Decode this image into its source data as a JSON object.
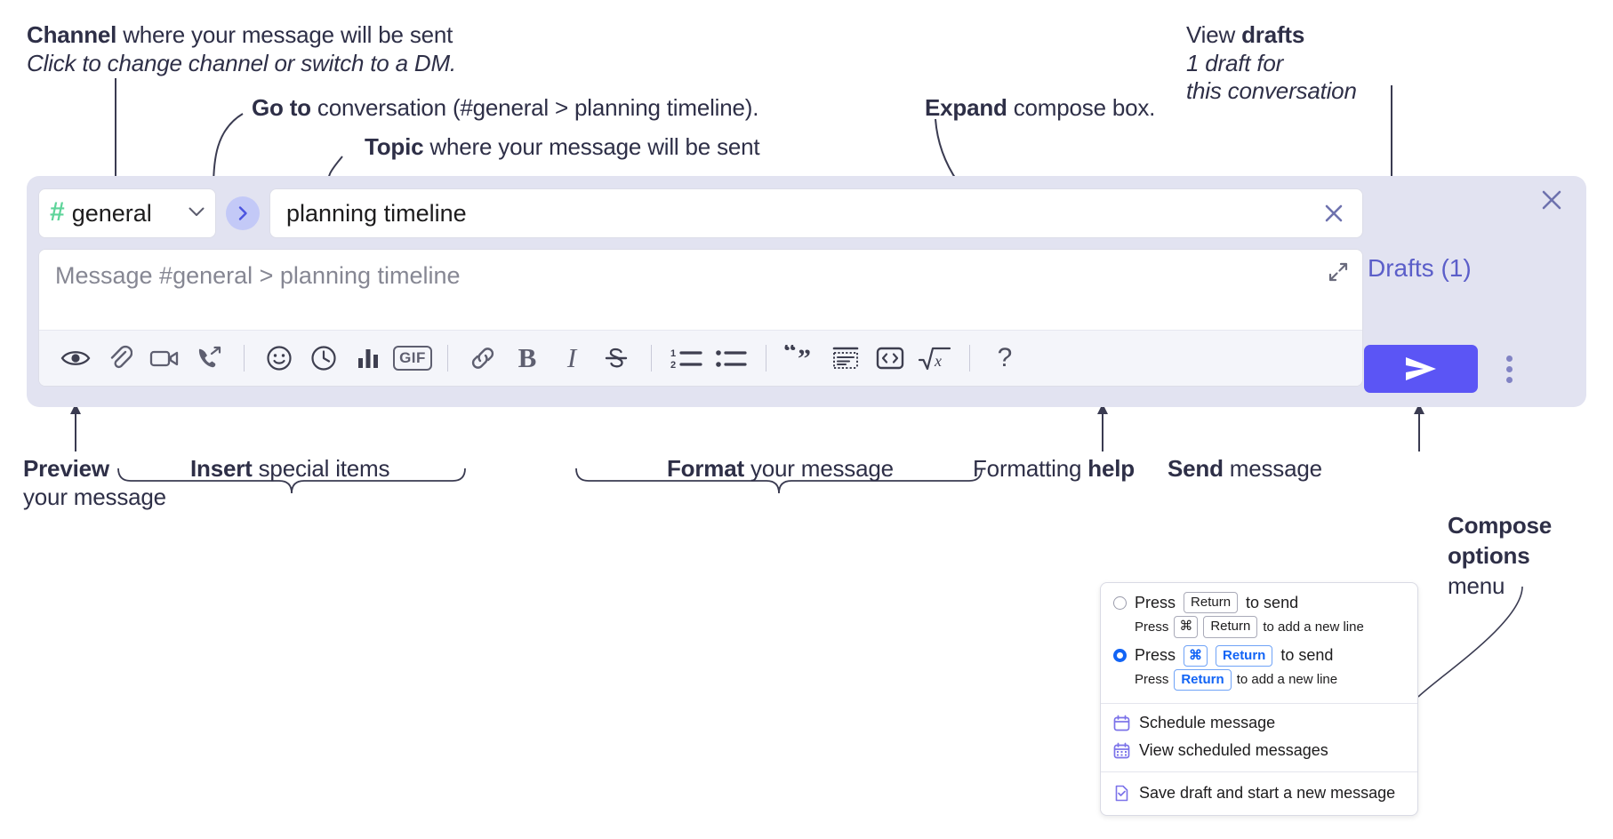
{
  "annotations": {
    "channel": {
      "bold": "Channel",
      "rest": " where your message will be sent",
      "italic": "Click to change channel or switch to a DM."
    },
    "goto": {
      "bold": "Go to",
      "rest": " conversation (#general > planning timeline)."
    },
    "topic": {
      "bold": "Topic",
      "rest": " where your message will be sent"
    },
    "expand": {
      "bold": "Expand",
      "rest": " compose box."
    },
    "drafts": {
      "prefix": "View ",
      "bold": "drafts",
      "italic_line1": "1 draft for",
      "italic_line2": "this conversation"
    },
    "preview": {
      "bold": "Preview",
      "line2": "your message"
    },
    "insert": {
      "bold": "Insert",
      "rest": " special items"
    },
    "format": {
      "bold": "Format",
      "rest": " your message"
    },
    "help": {
      "prefix": "Formatting ",
      "bold": "help"
    },
    "send": {
      "bold": "Send",
      "rest": " message"
    },
    "compose_options": {
      "bold_line1": "Compose",
      "bold_line2": "options",
      "line3": "menu"
    }
  },
  "compose": {
    "channel": {
      "hash": "#",
      "name": "general",
      "chevron": "chevron-down"
    },
    "goto_label": "go-to-conversation",
    "topic": {
      "value": "planning timeline",
      "clear_label": "clear"
    },
    "message": {
      "placeholder": "Message #general > planning timeline"
    },
    "drafts_label": "Drafts (1)",
    "send_label": "send",
    "toolbar": [
      {
        "name": "preview-icon",
        "title": "Preview"
      },
      {
        "name": "attachment-icon",
        "title": "Attach file"
      },
      {
        "name": "video-icon",
        "title": "Record video clip"
      },
      {
        "name": "call-icon",
        "title": "Huddle"
      },
      {
        "name": "separator",
        "title": ""
      },
      {
        "name": "emoji-icon",
        "title": "Emoji"
      },
      {
        "name": "clock-icon",
        "title": "Reminder"
      },
      {
        "name": "poll-icon",
        "title": "Poll"
      },
      {
        "name": "gif-icon",
        "title": "GIF"
      },
      {
        "name": "separator",
        "title": ""
      },
      {
        "name": "link-icon",
        "title": "Link"
      },
      {
        "name": "bold-icon",
        "title": "Bold"
      },
      {
        "name": "italic-icon",
        "title": "Italic"
      },
      {
        "name": "strikethrough-icon",
        "title": "Strikethrough"
      },
      {
        "name": "separator",
        "title": ""
      },
      {
        "name": "ordered-list-icon",
        "title": "Ordered list"
      },
      {
        "name": "bulleted-list-icon",
        "title": "Bulleted list"
      },
      {
        "name": "separator",
        "title": ""
      },
      {
        "name": "blockquote-icon",
        "title": "Blockquote"
      },
      {
        "name": "code-block-icon",
        "title": "Code block"
      },
      {
        "name": "code-icon",
        "title": "Code"
      },
      {
        "name": "math-icon",
        "title": "Math"
      },
      {
        "name": "separator",
        "title": ""
      },
      {
        "name": "help-icon",
        "title": "Formatting help"
      }
    ],
    "gif_label": "GIF",
    "bold_glyph": "B",
    "italic_glyph": "I",
    "help_glyph": "?"
  },
  "menu": {
    "option1": {
      "selected": false,
      "pre": "Press ",
      "key": "Return",
      "post": " to send",
      "sub_pre": "Press ",
      "sub_key1": "⌘",
      "sub_key2": "Return",
      "sub_post": " to add a new line"
    },
    "option2": {
      "selected": true,
      "pre": "Press ",
      "key1": "⌘",
      "key2": "Return",
      "post": " to send",
      "sub_pre": "Press ",
      "sub_key": "Return",
      "sub_post": " to add a new line"
    },
    "items": [
      {
        "icon": "calendar-icon",
        "label": "Schedule message"
      },
      {
        "icon": "calendar-grid-icon",
        "label": "View scheduled messages"
      },
      {
        "icon": "save-draft-icon",
        "label": "Save draft and start a new message"
      }
    ]
  },
  "colors": {
    "panel_bg": "#e2e3f1",
    "send_purple": "#5b55f5",
    "drafts_link": "#5b5ec9",
    "channel_hash_green": "#5ed49a",
    "goto_circle": "#c3c9f7",
    "menu_blue": "#1264f5"
  }
}
